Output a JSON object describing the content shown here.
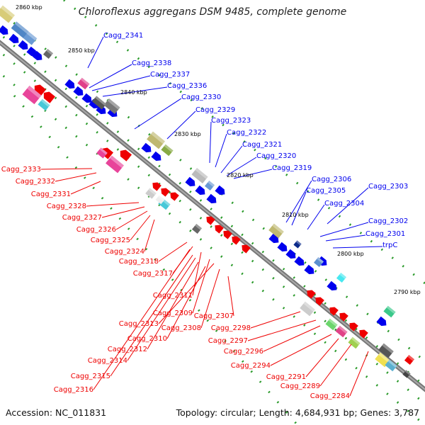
{
  "title": "Chloroflexus aggregans DSM 9485, complete genome",
  "footer": {
    "accession": "Accession: NC_011831",
    "summary": "Topology: circular; Length: 4,684,931 bp; Genes: 3,787"
  },
  "colors": {
    "forward": "#0000ee",
    "reverse": "#ee0000",
    "backbone": "#888888"
  },
  "scale_ticks": [
    "2860 kbp",
    "2850 kbp",
    "2840 kbp",
    "2830 kbp",
    "2820 kbp",
    "2810 kbp",
    "2800 kbp",
    "2790 kbp"
  ],
  "forward_labels": [
    "Cagg_2341",
    "Cagg_2338",
    "Cagg_2337",
    "Cagg_2336",
    "Cagg_2330",
    "Cagg_2329",
    "Cagg_2323",
    "Cagg_2322",
    "Cagg_2321",
    "Cagg_2320",
    "Cagg_2319",
    "Cagg_2306",
    "Cagg_2305",
    "Cagg_2303",
    "Cagg_2304",
    "Cagg_2302",
    "Cagg_2301",
    "trpC"
  ],
  "reverse_labels": [
    "Cagg_2333",
    "Cagg_2332",
    "Cagg_2331",
    "Cagg_2328",
    "Cagg_2327",
    "Cagg_2326",
    "Cagg_2325",
    "Cagg_2324",
    "Cagg_2318",
    "Cagg_2317",
    "Cagg_2311",
    "Cagg_2309",
    "Cagg_2313",
    "Cagg_2308",
    "Cagg_2307",
    "Cagg_2310",
    "Cagg_2312",
    "Cagg_2314",
    "Cagg_2315",
    "Cagg_2316",
    "Cagg_2298",
    "Cagg_2297",
    "Cagg_2296",
    "Cagg_2294",
    "Cagg_2291",
    "Cagg_2289",
    "Cagg_2284"
  ]
}
